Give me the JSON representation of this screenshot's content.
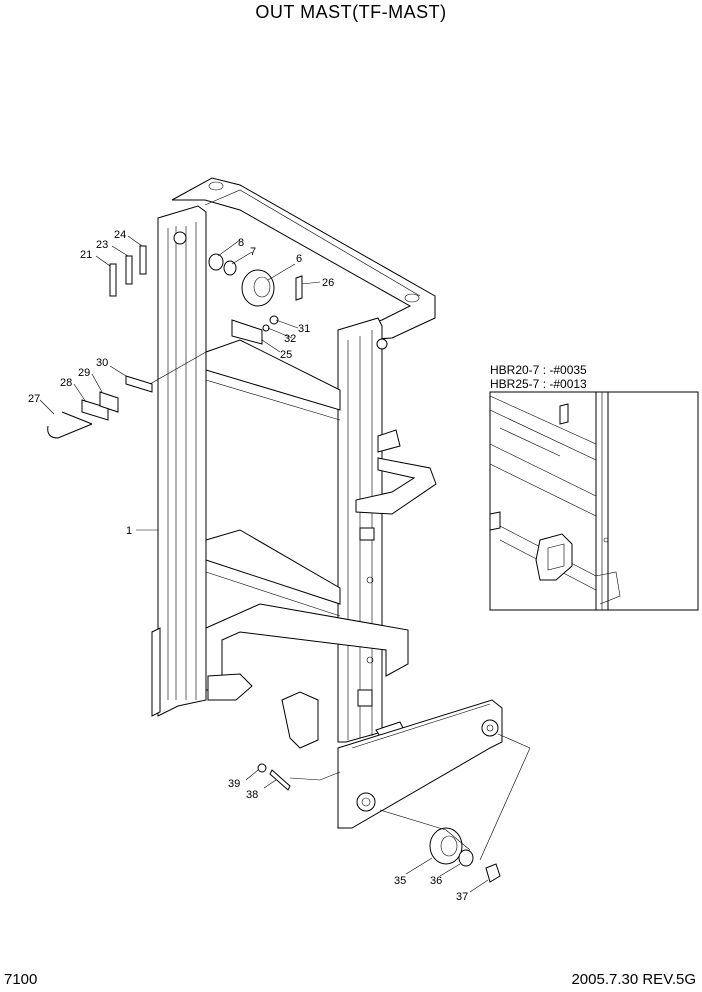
{
  "header": {
    "title": "OUT MAST(TF-MAST)"
  },
  "footer": {
    "page_number": "7100",
    "revision": "2005.7.30  REV.5G"
  },
  "inset": {
    "line1": "HBR20-7 : -#0035",
    "line2": "HBR25-7 : -#0013"
  },
  "callouts": [
    "1",
    "6",
    "7",
    "8",
    "21",
    "23",
    "24",
    "25",
    "26",
    "27",
    "28",
    "29",
    "30",
    "31",
    "32",
    "35",
    "36",
    "37",
    "38",
    "39"
  ]
}
